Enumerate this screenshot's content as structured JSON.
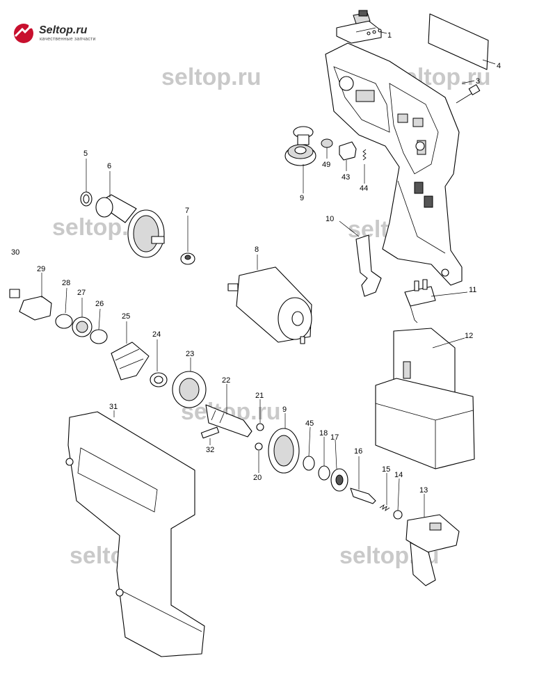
{
  "logo": {
    "title": "Seltop.ru",
    "subtitle": "качественные запчасти"
  },
  "watermark_text": "seltop.ru",
  "part_labels": [
    "1",
    "4",
    "3",
    "9",
    "49",
    "43",
    "44",
    "5",
    "6",
    "7",
    "10",
    "8",
    "11",
    "30",
    "29",
    "28",
    "27",
    "26",
    "25",
    "24",
    "23",
    "12",
    "22",
    "21",
    "9",
    "31",
    "45",
    "18",
    "17",
    "16",
    "32",
    "20",
    "15",
    "14",
    "13"
  ]
}
